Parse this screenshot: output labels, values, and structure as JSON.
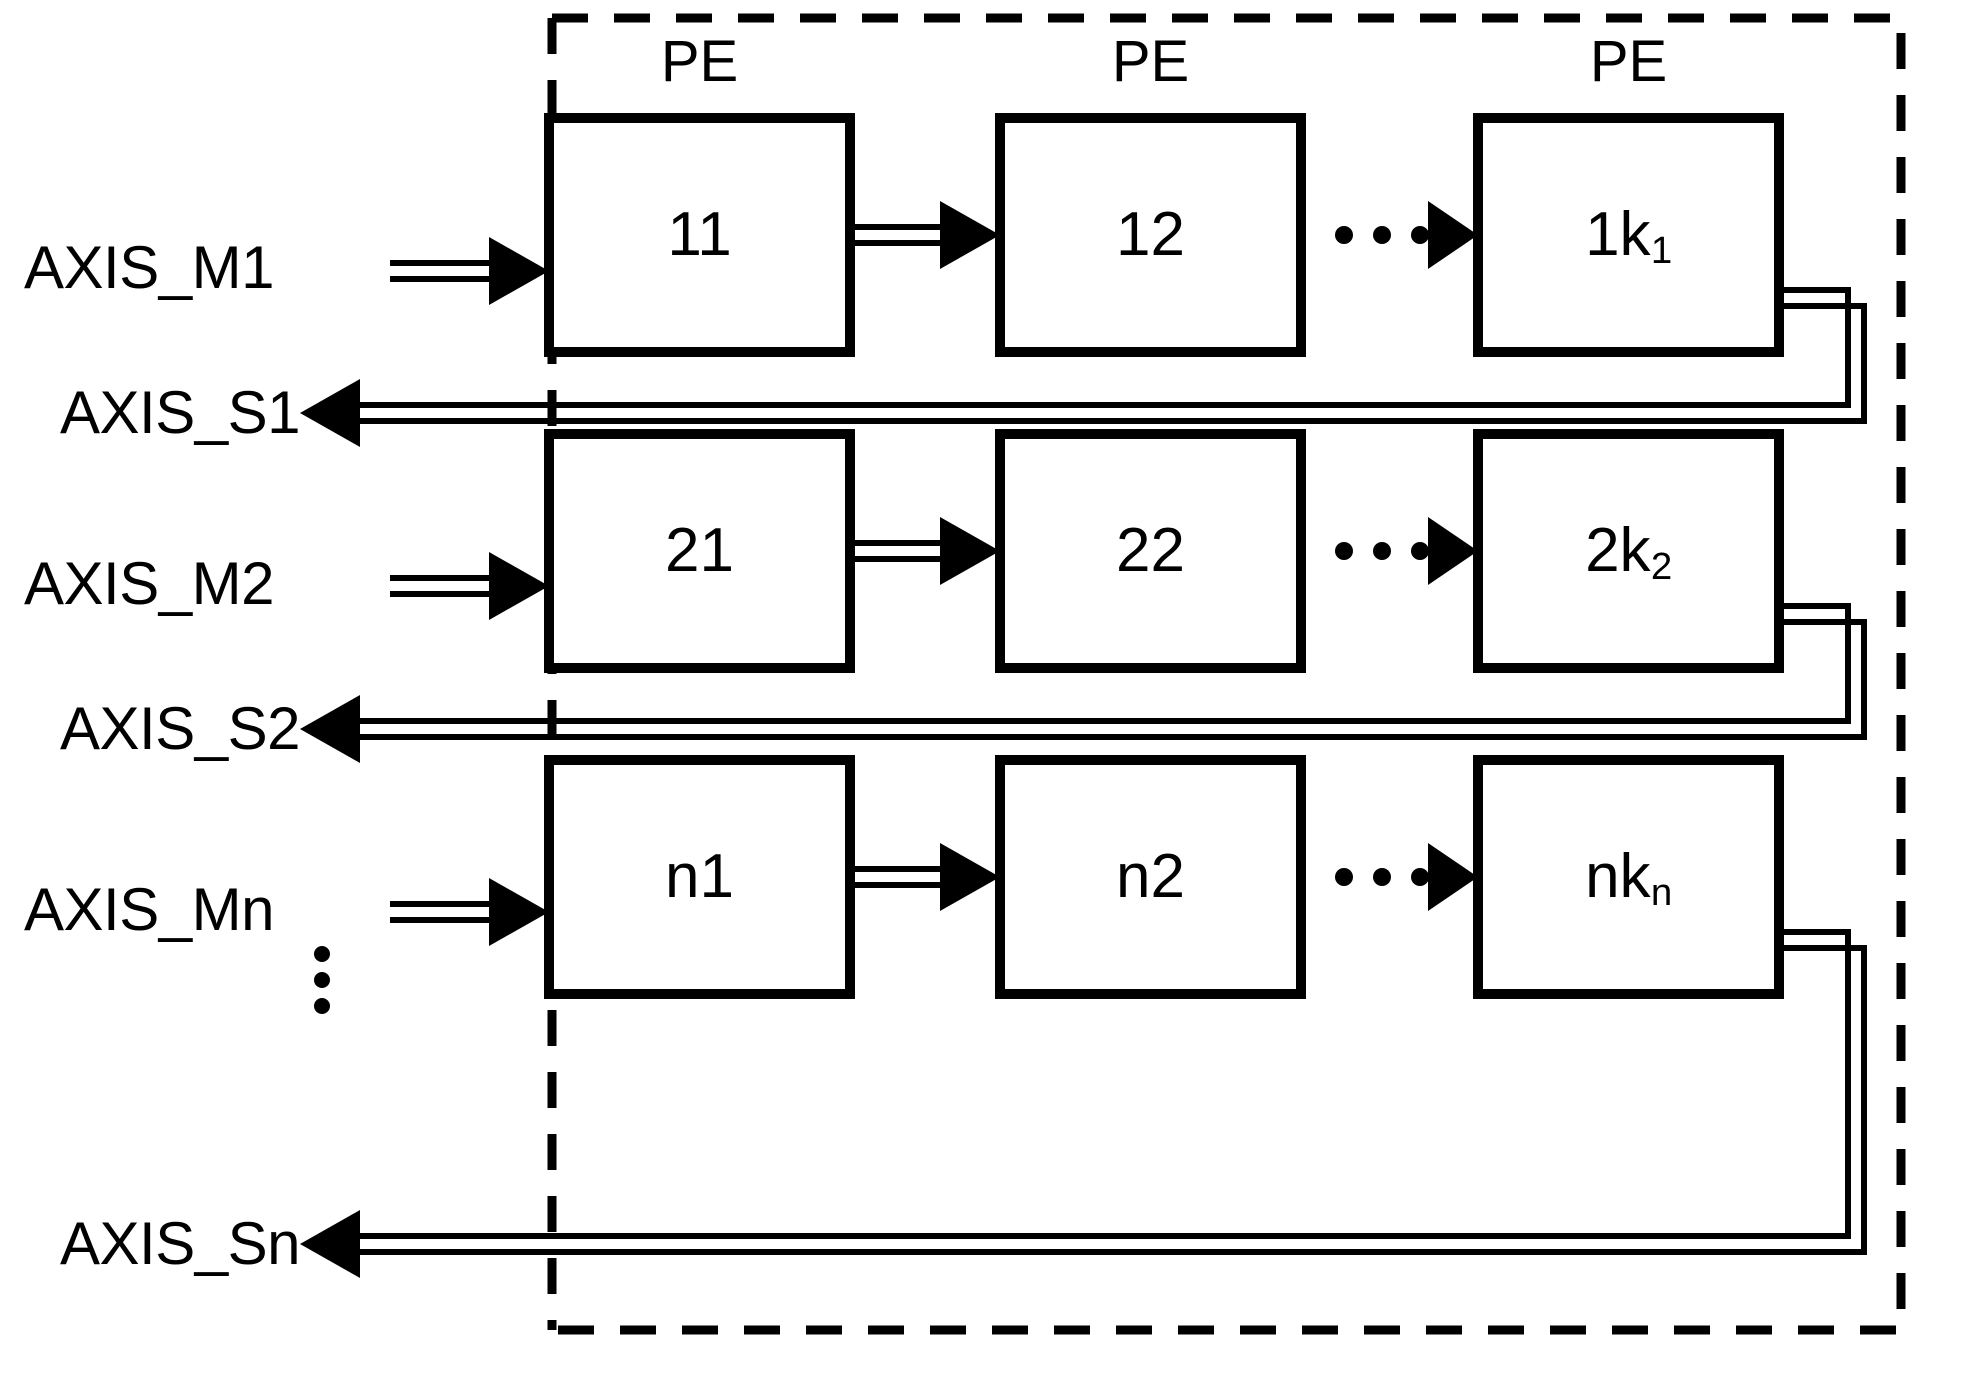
{
  "diagram": {
    "title": "PE array with AXI-Stream master/slave interfaces",
    "container": {
      "style": "dashed",
      "label": ""
    },
    "colors": {
      "stroke": "#000000",
      "background": "#ffffff"
    },
    "column_captions": [
      "PE",
      "PE",
      "PE"
    ],
    "ellipsis_horizontal": "· · ·",
    "ellipsis_vertical": "⋮",
    "rows": [
      {
        "id": "row-1",
        "master_label": "AXIS_M1",
        "slave_label": "AXIS_S1",
        "cells": [
          {
            "text": "11",
            "base": "11",
            "sub": ""
          },
          {
            "text": "12",
            "base": "12",
            "sub": ""
          },
          {
            "text": "1k₁",
            "base": "1k",
            "sub": "1"
          }
        ]
      },
      {
        "id": "row-2",
        "master_label": "AXIS_M2",
        "slave_label": "AXIS_S2",
        "cells": [
          {
            "text": "21",
            "base": "21",
            "sub": ""
          },
          {
            "text": "22",
            "base": "22",
            "sub": ""
          },
          {
            "text": "2k₂",
            "base": "2k",
            "sub": "2"
          }
        ]
      },
      {
        "id": "row-n",
        "master_label": "AXIS_Mn",
        "slave_label": "AXIS_Sn",
        "cells": [
          {
            "text": "n1",
            "base": "n1",
            "sub": ""
          },
          {
            "text": "n2",
            "base": "n2",
            "sub": ""
          },
          {
            "text": "nkₙ",
            "base": "nk",
            "sub": "n"
          }
        ]
      }
    ]
  }
}
